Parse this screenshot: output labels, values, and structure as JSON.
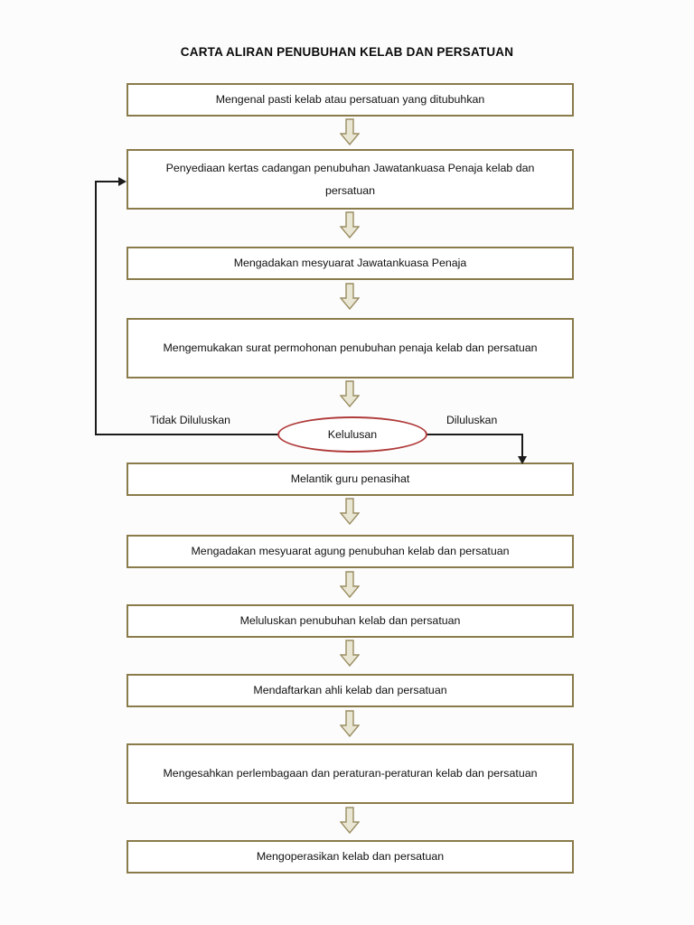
{
  "page": {
    "title": "CARTA ALIRAN PENUBUHAN KELAB DAN PERSATUAN",
    "background_color": "#fcfcfc"
  },
  "colors": {
    "box_border": "#8a7b4a",
    "box_fill": "#ffffff",
    "arrow_outline": "#9a8d62",
    "arrow_fill": "#e9e6d4",
    "decision_border": "#b03a3a",
    "connector_line": "#1b1b1b",
    "text": "#111111"
  },
  "flowchart": {
    "type": "flowchart",
    "orientation": "top-to-bottom",
    "nodes": [
      {
        "id": "n1",
        "shape": "process",
        "label": "Mengenal pasti kelab atau persatuan yang ditubuhkan"
      },
      {
        "id": "n2",
        "shape": "process",
        "label": "Penyediaan kertas cadangan penubuhan Jawatankuasa Penaja kelab dan persatuan"
      },
      {
        "id": "n3",
        "shape": "process",
        "label": "Mengadakan mesyuarat Jawatankuasa Penaja"
      },
      {
        "id": "n4",
        "shape": "process",
        "label": "Mengemukakan surat permohonan penubuhan penaja kelab dan persatuan"
      },
      {
        "id": "n5",
        "shape": "decision",
        "label": "Kelulusan"
      },
      {
        "id": "n6",
        "shape": "process",
        "label": "Melantik guru penasihat"
      },
      {
        "id": "n7",
        "shape": "process",
        "label": "Mengadakan mesyuarat agung penubuhan kelab dan persatuan"
      },
      {
        "id": "n8",
        "shape": "process",
        "label": "Meluluskan penubuhan kelab dan persatuan"
      },
      {
        "id": "n9",
        "shape": "process",
        "label": "Mendaftarkan ahli kelab dan persatuan"
      },
      {
        "id": "n10",
        "shape": "process",
        "label": "Mengesahkan perlembagaan dan peraturan-peraturan kelab dan persatuan"
      },
      {
        "id": "n11",
        "shape": "process",
        "label": "Mengoperasikan kelab dan persatuan"
      }
    ],
    "branch_labels": {
      "left": "Tidak Diluluskan",
      "right": "Diluluskan"
    },
    "edges": [
      {
        "from": "n1",
        "to": "n2",
        "style": "block-arrow"
      },
      {
        "from": "n2",
        "to": "n3",
        "style": "block-arrow"
      },
      {
        "from": "n3",
        "to": "n4",
        "style": "block-arrow"
      },
      {
        "from": "n4",
        "to": "n5",
        "style": "block-arrow"
      },
      {
        "from": "n5",
        "to": "n2",
        "style": "line",
        "label": "Tidak Diluluskan"
      },
      {
        "from": "n5",
        "to": "n6",
        "style": "line",
        "label": "Diluluskan"
      },
      {
        "from": "n6",
        "to": "n7",
        "style": "block-arrow"
      },
      {
        "from": "n7",
        "to": "n8",
        "style": "block-arrow"
      },
      {
        "from": "n8",
        "to": "n9",
        "style": "block-arrow"
      },
      {
        "from": "n9",
        "to": "n10",
        "style": "block-arrow"
      },
      {
        "from": "n10",
        "to": "n11",
        "style": "block-arrow"
      }
    ]
  }
}
